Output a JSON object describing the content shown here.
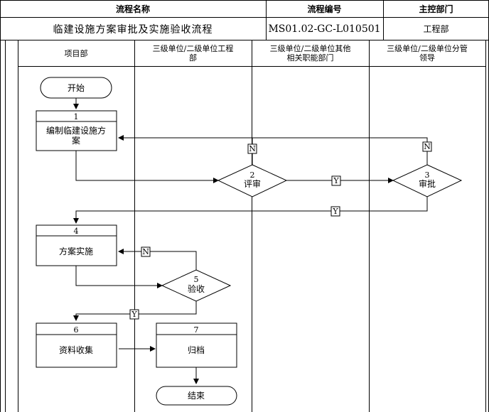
{
  "header": {
    "col1_title": "流程名称",
    "col2_title": "流程编号",
    "col3_title": "主控部门",
    "process_name": "临建设施方案审批及实施验收流程",
    "process_code": "MS01.02-GC-L010501",
    "department": "工程部"
  },
  "lanes": [
    {
      "line1": "项目部",
      "line2": ""
    },
    {
      "line1": "三级单位/二级单位工程",
      "line2": "部"
    },
    {
      "line1": "三级单位/二级单位其他",
      "line2": "相关职能部门"
    },
    {
      "line1": "三级单位/二级单位分管",
      "line2": "领导"
    }
  ],
  "flow": {
    "start": "开始",
    "end": "结束",
    "steps": [
      {
        "num": "1",
        "line1": "编制临建设施方",
        "line2": "案"
      },
      {
        "num": "4",
        "line1": "方案实施",
        "line2": ""
      },
      {
        "num": "6",
        "line1": "资料收集",
        "line2": ""
      },
      {
        "num": "7",
        "line1": "归档",
        "line2": ""
      }
    ],
    "decisions": [
      {
        "num": "2",
        "label": "评审"
      },
      {
        "num": "3",
        "label": "审批"
      },
      {
        "num": "5",
        "label": "验收"
      }
    ],
    "edge_labels": {
      "yes": "Y",
      "no": "N"
    }
  }
}
